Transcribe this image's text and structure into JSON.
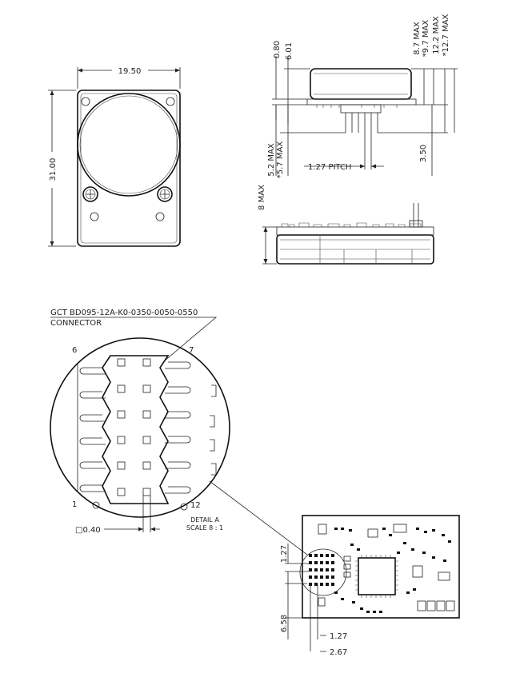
{
  "dimensions": {
    "top_width": "19.50",
    "left_height": "31.00",
    "side_080": "0.80",
    "side_601": "6.01",
    "max_87": "8.7 MAX",
    "max_97": "*9.7 MAX",
    "max_122": "12.2 MAX",
    "max_127": "*12.7 MAX",
    "max_52": "5.2 MAX",
    "max_57": "*5.7 MAX",
    "pitch": "1.27 PITCH",
    "side_350": "3.50",
    "max_8": "8 MAX",
    "pad_size": "□0.40",
    "pcb_127_v": "1.27",
    "pcb_658": "6.58",
    "pcb_127_h": "1.27",
    "pcb_267": "2.67"
  },
  "connector": {
    "part_line1": "GCT BD095-12A-K0-0350-0050-0550",
    "part_line2": "CONNECTOR",
    "pin_6": "6",
    "pin_7": "7",
    "pin_1": "1",
    "pin_12": "12"
  },
  "detail": {
    "line1": "DETAIL A",
    "line2": "SCALE 8 : 1"
  }
}
